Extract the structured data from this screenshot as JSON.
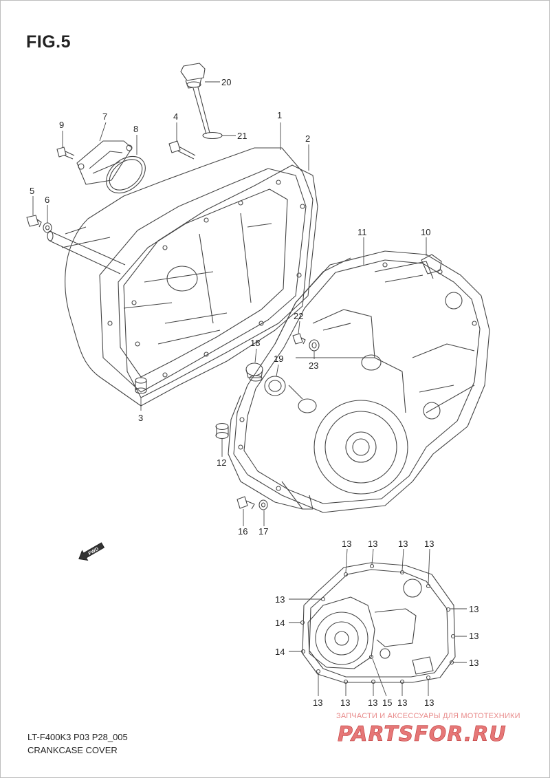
{
  "figure": {
    "title": "FIG.5"
  },
  "callouts": {
    "c1": "1",
    "c2": "2",
    "c3": "3",
    "c4": "4",
    "c5": "5",
    "c6": "6",
    "c7": "7",
    "c8": "8",
    "c9": "9",
    "c10": "10",
    "c11": "11",
    "c12": "12",
    "c16": "16",
    "c17": "17",
    "c18": "18",
    "c19": "19",
    "c20": "20",
    "c21": "21",
    "c22": "22",
    "c23": "23",
    "inset": {
      "t1": "13",
      "t2": "13",
      "t3": "13",
      "t4": "13",
      "r1": "13",
      "r2": "13",
      "r3": "13",
      "l1": "13",
      "l2": "14",
      "l3": "14",
      "b1": "13",
      "b2": "13",
      "b3": "13",
      "b4": "15",
      "b5": "13",
      "b6": "13"
    }
  },
  "direction_marker": {
    "text": "FWD"
  },
  "footer": {
    "model_code": "LT-F400K3 P03 P28_005",
    "title": "CRANKCASE COVER"
  },
  "watermark": {
    "tagline": "ЗАПЧАСТИ И АКСЕССУАРЫ ДЛЯ МОТОТЕХНИКИ",
    "logo": "PARTSFOR.RU",
    "color": "#e05555"
  }
}
